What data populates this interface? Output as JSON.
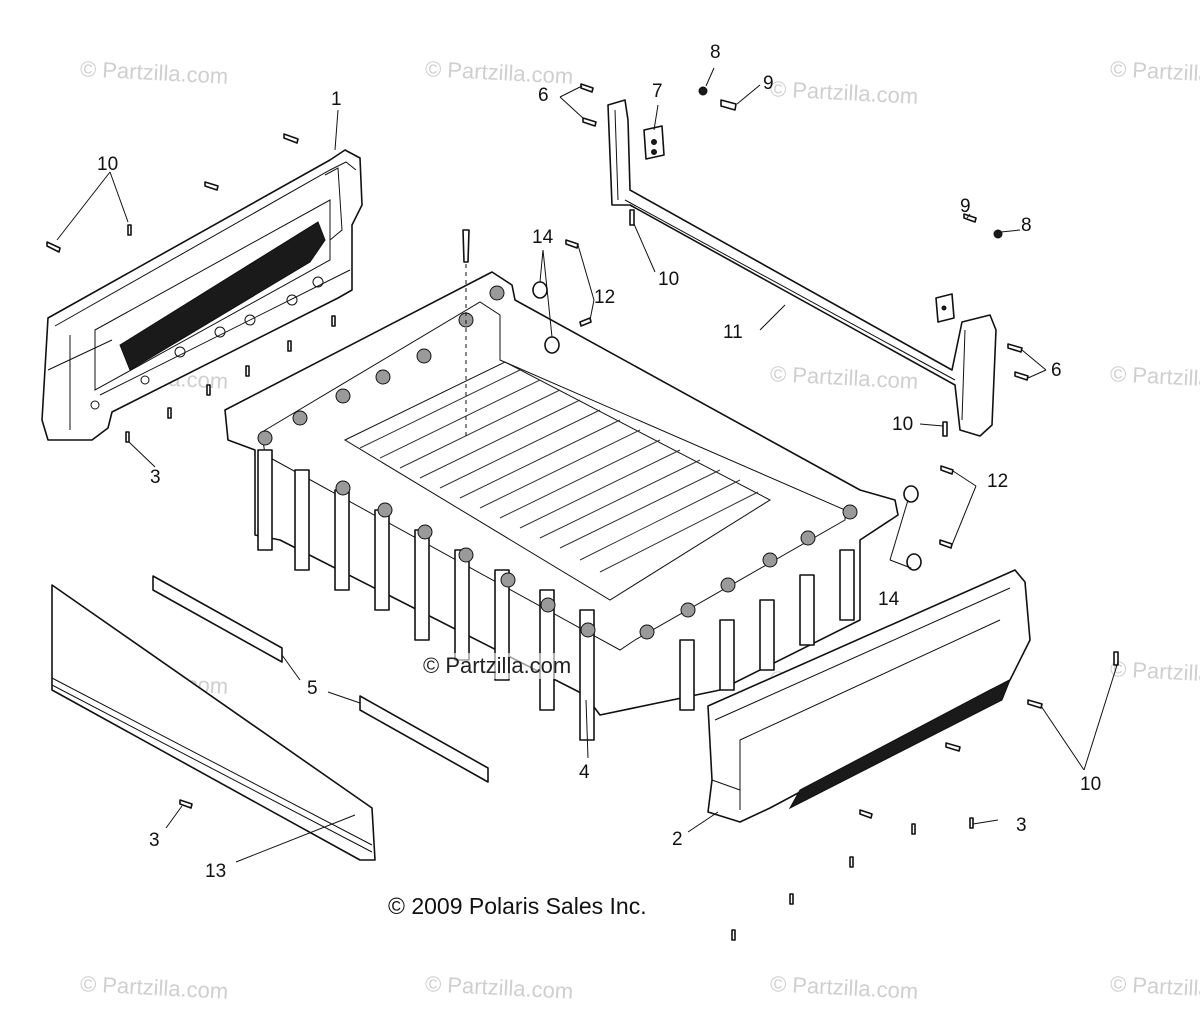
{
  "watermark_text": "© Partzilla.com",
  "center_watermark": "© Partzilla.com",
  "copyright": "© 2009 Polaris Sales Inc.",
  "callouts": {
    "c1": "1",
    "c2": "2",
    "c3a": "3",
    "c3b": "3",
    "c3c": "3",
    "c4": "4",
    "c5": "5",
    "c6a": "6",
    "c6b": "6",
    "c7": "7",
    "c8a": "8",
    "c8b": "8",
    "c9a": "9",
    "c9b": "9",
    "c10a": "10",
    "c10b": "10",
    "c10c": "10",
    "c10d": "10",
    "c11": "11",
    "c12a": "12",
    "c12b": "12",
    "c13": "13",
    "c14a": "14",
    "c14b": "14"
  },
  "parts": {
    "left_side_panel": "1",
    "right_side_panel": "2",
    "screw": "3",
    "cargo_box": "4",
    "foam_strip": "5",
    "bolt": "6",
    "bracket": "7",
    "nut": "8",
    "bolt_short": "9",
    "push_rivet": "10",
    "front_rail": "11",
    "screw_small": "12",
    "tailgate_panel": "13",
    "washer": "14"
  }
}
